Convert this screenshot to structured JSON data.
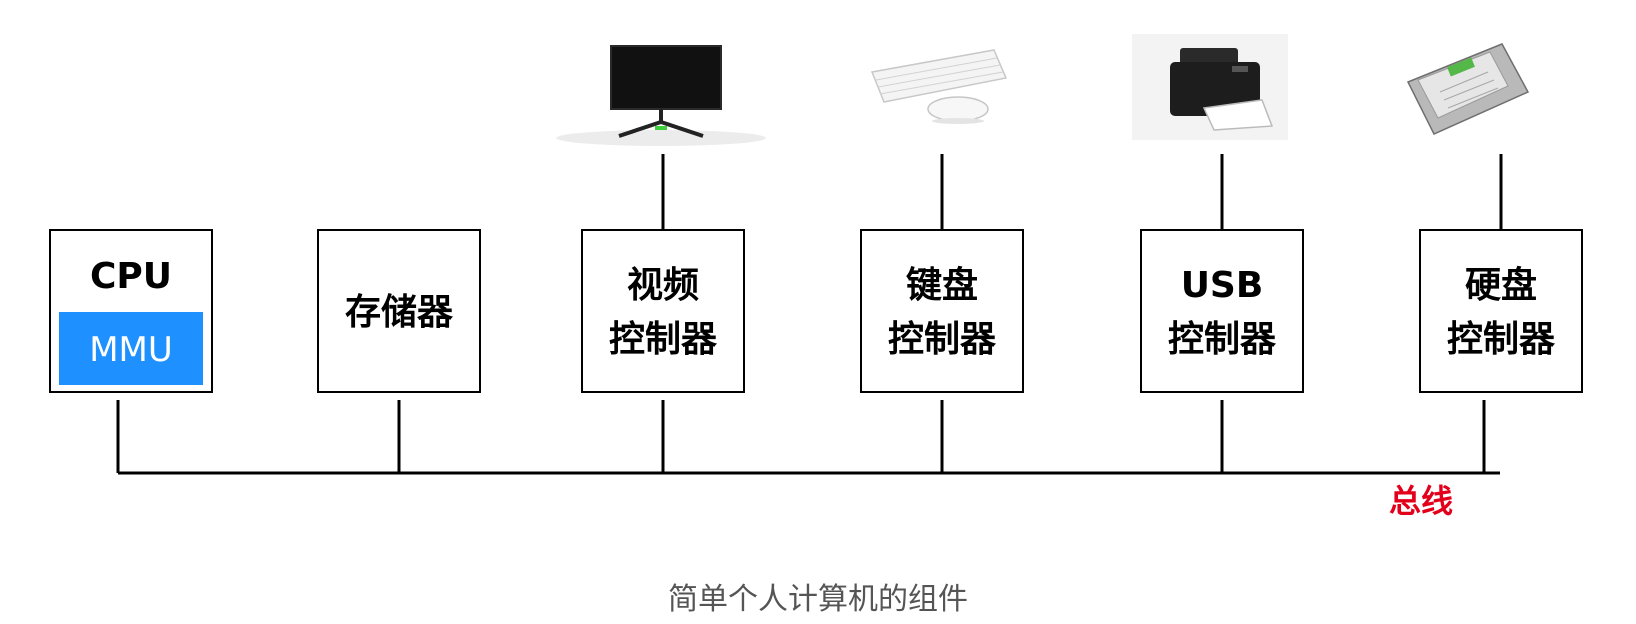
{
  "diagram": {
    "components": [
      {
        "id": "cpu",
        "title": "CPU",
        "sub": "MMU"
      },
      {
        "id": "memory",
        "lines": [
          "存储器"
        ]
      },
      {
        "id": "video",
        "lines": [
          "视频",
          "控制器"
        ]
      },
      {
        "id": "keyboard",
        "lines": [
          "键盘",
          "控制器"
        ]
      },
      {
        "id": "usb",
        "lines": [
          "USB",
          "控制器"
        ]
      },
      {
        "id": "disk",
        "lines": [
          "硬盘",
          "控制器"
        ]
      }
    ],
    "devices": [
      {
        "for": "video",
        "icon": "monitor-icon"
      },
      {
        "for": "keyboard",
        "icon": "keyboard-mouse-icon"
      },
      {
        "for": "usb",
        "icon": "printer-icon"
      },
      {
        "for": "disk",
        "icon": "hard-drive-icon"
      }
    ],
    "bus_label": "总线",
    "caption": "简单个人计算机的组件"
  },
  "colors": {
    "mmu_fill": "#1E90FF",
    "bus_label": "#E3001B",
    "line": "#000000",
    "caption": "#555555"
  }
}
